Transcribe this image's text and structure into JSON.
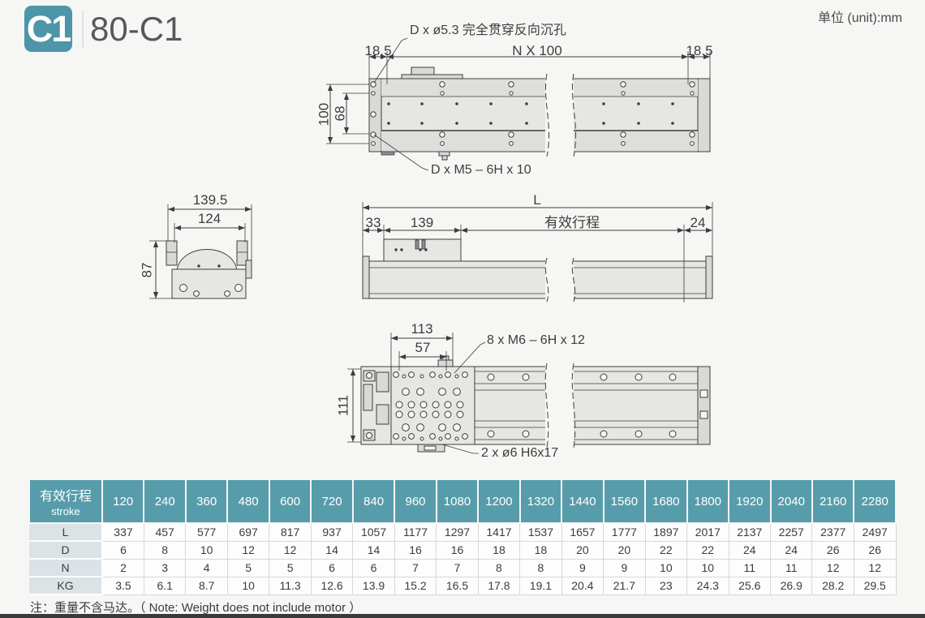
{
  "page": {
    "badge": "C1",
    "title": "80-C1",
    "unit_note": "单位 (unit):mm",
    "footnote": "注：重量不含马达。（ Note: Weight does not include motor ）"
  },
  "drawings": {
    "top_view": {
      "callout_counterbore": "D x ø5.3 完全贯穿反向沉孔",
      "callout_thread": "D x M5 – 6H x 10",
      "dim_left": "18.5",
      "dim_pitch": "N X 100",
      "dim_right": "18.5",
      "dim_width": "100",
      "dim_inner_width": "68"
    },
    "section_view": {
      "dim_outer": "139.5",
      "dim_inner": "124",
      "dim_height": "87"
    },
    "side_view": {
      "dim_total": "L",
      "dim_end": "33",
      "dim_carriage": "139",
      "dim_stroke": "有效行程",
      "dim_right_end": "24"
    },
    "bottom_view": {
      "dim_outer": "113",
      "dim_inner": "57",
      "callout_thread": "8 x M6 – 6H x 12",
      "dim_height": "111",
      "callout_pin": "2 x ø6 H6x17"
    }
  },
  "table": {
    "header": {
      "cn": "有效行程",
      "en": "stroke"
    },
    "strokes": [
      "120",
      "240",
      "360",
      "480",
      "600",
      "720",
      "840",
      "960",
      "1080",
      "1200",
      "1320",
      "1440",
      "1560",
      "1680",
      "1800",
      "1920",
      "2040",
      "2160",
      "2280"
    ],
    "rows": [
      {
        "label": "L",
        "values": [
          "337",
          "457",
          "577",
          "697",
          "817",
          "937",
          "1057",
          "1177",
          "1297",
          "1417",
          "1537",
          "1657",
          "1777",
          "1897",
          "2017",
          "2137",
          "2257",
          "2377",
          "2497"
        ]
      },
      {
        "label": "D",
        "values": [
          "6",
          "8",
          "10",
          "12",
          "12",
          "14",
          "14",
          "16",
          "16",
          "18",
          "18",
          "20",
          "20",
          "22",
          "22",
          "24",
          "24",
          "26",
          "26"
        ]
      },
      {
        "label": "N",
        "values": [
          "2",
          "3",
          "4",
          "5",
          "5",
          "6",
          "6",
          "7",
          "7",
          "8",
          "8",
          "9",
          "9",
          "10",
          "10",
          "11",
          "11",
          "12",
          "12"
        ]
      },
      {
        "label": "KG",
        "values": [
          "3.5",
          "6.1",
          "8.7",
          "10",
          "11.3",
          "12.6",
          "13.9",
          "15.2",
          "16.5",
          "17.8",
          "19.1",
          "20.4",
          "21.7",
          "23",
          "24.3",
          "25.6",
          "26.9",
          "28.2",
          "29.5"
        ]
      }
    ]
  },
  "colors": {
    "accent": "#4d95a9",
    "table_header_bg": "#579cab",
    "row_label_bg": "#dbe3e7"
  }
}
